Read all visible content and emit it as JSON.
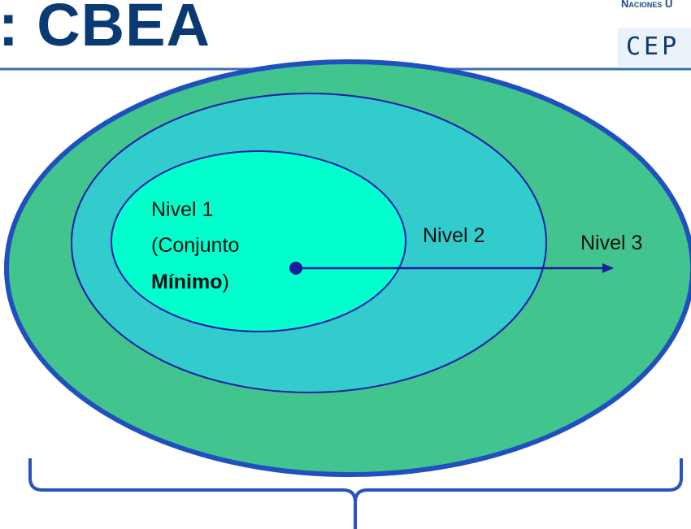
{
  "header": {
    "title": ": CBEA",
    "org_name": "Naciones U",
    "logo_text": "CEP"
  },
  "diagram": {
    "levels": [
      {
        "line1": "Nivel 1",
        "line2": "(Conjunto",
        "line3_bold": "Mínimo",
        "line3_rest": ")"
      },
      {
        "label": "Nivel 2"
      },
      {
        "label": "Nivel 3"
      }
    ],
    "colors": {
      "outer_fill": "#42c48e",
      "middle_fill": "#33cccc",
      "inner_fill": "#00ffcc",
      "stroke": "#1c1ca8",
      "outer_stroke": "#2050c0",
      "arrow": "#1c1c9c",
      "brace": "#2a52be",
      "rule": "#3a6fb0"
    }
  }
}
